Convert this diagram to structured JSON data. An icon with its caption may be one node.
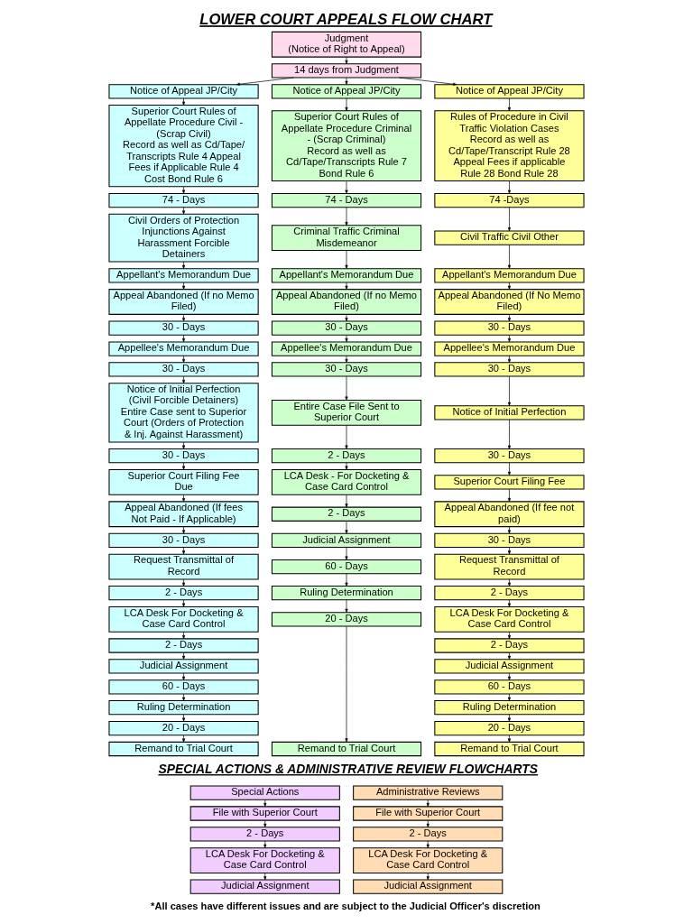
{
  "diagram": {
    "title": "LOWER COURT APPEALS FLOW CHART",
    "nodes": [
      {
        "text": [
          "Judgment",
          "(Notice of Right to Appeal)"
        ]
      },
      {
        "text": [
          "14 days from Judgment"
        ]
      },
      {
        "text": [
          "Notice of Appeal JP/City"
        ]
      },
      {
        "text": [
          "Superior Court Rules of Appellate Procedure Civil - (Scrap Civil)",
          "Record as well as Cd/Tape/ Transcripts Rule 4 Appeal Fees if Applicable Rule 4 Cost Bond Rule 6"
        ]
      },
      {
        "text": [
          "74 - Days"
        ]
      },
      {
        "text": [
          "Civil Orders of Protection Injunctions Against Harassment Forcible Detainers"
        ]
      },
      {
        "text": [
          "Appellant's Memorandum Due"
        ]
      },
      {
        "text": [
          "Appeal Abandoned (If no Memo Filed)"
        ]
      },
      {
        "text": [
          "30 - Days"
        ]
      },
      {
        "text": [
          "Appellee's Memorandum Due"
        ]
      },
      {
        "text": [
          "30 - Days"
        ]
      },
      {
        "text": [
          "Notice of Initial Perfection (Civil Forcible Detainers)",
          "Entire Case sent to Superior Court (Orders of Protection & Inj. Against Harassment)"
        ]
      },
      {
        "text": [
          "30 - Days"
        ]
      },
      {
        "text": [
          "Superior Court Filing Fee Due"
        ]
      },
      {
        "text": [
          "Appeal Abandoned (If fees Not Paid - If Applicable)"
        ]
      },
      {
        "text": [
          "30 - Days"
        ]
      },
      {
        "text": [
          "Request Transmittal of Record"
        ]
      },
      {
        "text": [
          "2 - Days"
        ]
      },
      {
        "text": [
          "LCA Desk For Docketing & Case Card Control"
        ]
      },
      {
        "text": [
          "2 - Days"
        ]
      },
      {
        "text": [
          "Judicial Assignment"
        ]
      },
      {
        "text": [
          "60 - Days"
        ]
      },
      {
        "text": [
          "Ruling Determination"
        ]
      },
      {
        "text": [
          "20 - Days"
        ]
      },
      {
        "text": [
          "Remand to Trial Court"
        ]
      },
      {
        "text": [
          "Notice of Appeal JP/City"
        ]
      },
      {
        "text": [
          "Superior Court Rules of Appellate Procedure Criminal - (Scrap Criminal)",
          "Record as well as Cd/Tape/Transcripts Rule 7 Bond Rule 6"
        ]
      },
      {
        "text": [
          "74 - Days"
        ]
      },
      {
        "text": [
          "Criminal Traffic Criminal Misdemeanor"
        ]
      },
      {
        "text": [
          "Appellant's Memorandum Due"
        ]
      },
      {
        "text": [
          "Appeal Abandoned (If no Memo Filed)"
        ]
      },
      {
        "text": [
          "30 - Days"
        ]
      },
      {
        "text": [
          "Appellee's Memorandum Due"
        ]
      },
      {
        "text": [
          "30 - Days"
        ]
      },
      {
        "text": [
          "Entire Case File Sent to Superior Court"
        ]
      },
      {
        "text": [
          "2 - Days"
        ]
      },
      {
        "text": [
          "LCA Desk - For Docketing & Case Card Control"
        ]
      },
      {
        "text": [
          "2 - Days"
        ]
      },
      {
        "text": [
          "Judicial Assignment"
        ]
      },
      {
        "text": [
          "60 - Days"
        ]
      },
      {
        "text": [
          "Ruling Determination"
        ]
      },
      {
        "text": [
          "20 - Days"
        ]
      },
      {
        "text": [
          "Remand to Trial Court"
        ]
      },
      {
        "text": [
          "Notice of Appeal JP/City"
        ]
      },
      {
        "text": [
          "Rules of Procedure in Civil Traffic Violation Cases",
          "Record as well as Cd/Tape/Transcript Rule 28 Appeal Fees if applicable Rule 28 Bond Rule 28"
        ]
      },
      {
        "text": [
          "74 -Days"
        ]
      },
      {
        "text": [
          "Civil Traffic Civil Other"
        ]
      },
      {
        "text": [
          "Appellant's Memorandum Due"
        ]
      },
      {
        "text": [
          "Appeal Abandoned (If No Memo Filed)"
        ]
      },
      {
        "text": [
          "30 - Days"
        ]
      },
      {
        "text": [
          "Appellee's Memorandum Due"
        ]
      },
      {
        "text": [
          "30 - Days"
        ]
      },
      {
        "text": [
          "Notice of Initial Perfection"
        ]
      },
      {
        "text": [
          "30 - Days"
        ]
      },
      {
        "text": [
          "Superior Court Filing Fee"
        ]
      },
      {
        "text": [
          "Appeal Abandoned (If fee not paid)"
        ]
      },
      {
        "text": [
          "30 - Days"
        ]
      },
      {
        "text": [
          "Request Transmittal of Record"
        ]
      },
      {
        "text": [
          "2 - Days"
        ]
      },
      {
        "text": [
          "LCA Desk For Docketing & Case Card Control"
        ]
      },
      {
        "text": [
          "2 - Days"
        ]
      },
      {
        "text": [
          "Judicial Assignment"
        ]
      },
      {
        "text": [
          "60 - Days"
        ]
      },
      {
        "text": [
          "Ruling Determination"
        ]
      },
      {
        "text": [
          "20 - Days"
        ]
      },
      {
        "text": [
          "Remand to Trial Court"
        ]
      },
      {
        "text": [
          "Special Actions"
        ]
      },
      {
        "text": [
          "File with Superior Court"
        ]
      },
      {
        "text": [
          "2 - Days"
        ]
      },
      {
        "text": [
          "LCA Desk For Docketing & Case Card Control"
        ]
      },
      {
        "text": [
          "Judicial Assignment"
        ]
      },
      {
        "text": [
          "Administrative Reviews"
        ]
      },
      {
        "text": [
          "File with Superior Court"
        ]
      },
      {
        "text": [
          "2 - Days"
        ]
      },
      {
        "text": [
          "LCA Desk For Docketing & Case Card Control"
        ]
      },
      {
        "text": [
          "Judicial Assignment"
        ]
      }
    ],
    "edges": [
      {
        "from": 0,
        "to": 1,
        "arrow": "to"
      },
      {
        "from": 1,
        "to": 2,
        "arrow": "to"
      },
      {
        "from": 1,
        "to": 25,
        "arrow": "to"
      },
      {
        "from": 1,
        "to": 43,
        "arrow": "to"
      },
      {
        "from": 2,
        "to": 3,
        "arrow": "to"
      },
      {
        "from": 3,
        "to": 4,
        "arrow": "to"
      },
      {
        "from": 4,
        "to": 5,
        "arrow": "to"
      },
      {
        "from": 5,
        "to": 6,
        "arrow": "to"
      },
      {
        "from": 6,
        "to": 7,
        "arrow": "to"
      },
      {
        "from": 7,
        "to": 8,
        "arrow": "to"
      },
      {
        "from": 8,
        "to": 9,
        "arrow": "to"
      },
      {
        "from": 9,
        "to": 10,
        "arrow": "to"
      },
      {
        "from": 10,
        "to": 11,
        "arrow": "to"
      },
      {
        "from": 11,
        "to": 12,
        "arrow": "to"
      },
      {
        "from": 12,
        "to": 13,
        "arrow": "to"
      },
      {
        "from": 13,
        "to": 14,
        "arrow": "to"
      },
      {
        "from": 14,
        "to": 15,
        "arrow": "to"
      },
      {
        "from": 15,
        "to": 16,
        "arrow": "to"
      },
      {
        "from": 16,
        "to": 17,
        "arrow": "to"
      },
      {
        "from": 17,
        "to": 18,
        "arrow": "to"
      },
      {
        "from": 18,
        "to": 19,
        "arrow": "to"
      },
      {
        "from": 19,
        "to": 20,
        "arrow": "to"
      },
      {
        "from": 20,
        "to": 21,
        "arrow": "to"
      },
      {
        "from": 21,
        "to": 22,
        "arrow": "to"
      },
      {
        "from": 22,
        "to": 23,
        "arrow": "to"
      },
      {
        "from": 23,
        "to": 24,
        "arrow": "to"
      },
      {
        "from": 25,
        "to": 26,
        "arrow": "to"
      },
      {
        "from": 26,
        "to": 27,
        "arrow": "to"
      },
      {
        "from": 27,
        "to": 28,
        "arrow": "to"
      },
      {
        "from": 28,
        "to": 29,
        "arrow": "to"
      },
      {
        "from": 29,
        "to": 30,
        "arrow": "to"
      },
      {
        "from": 30,
        "to": 31,
        "arrow": "to"
      },
      {
        "from": 31,
        "to": 32,
        "arrow": "to"
      },
      {
        "from": 32,
        "to": 33,
        "arrow": "to"
      },
      {
        "from": 33,
        "to": 34,
        "arrow": "to"
      },
      {
        "from": 34,
        "to": 35,
        "arrow": "to"
      },
      {
        "from": 35,
        "to": 36,
        "arrow": "to"
      },
      {
        "from": 36,
        "to": 37,
        "arrow": "to"
      },
      {
        "from": 37,
        "to": 38,
        "arrow": "to"
      },
      {
        "from": 38,
        "to": 39,
        "arrow": "to"
      },
      {
        "from": 39,
        "to": 40,
        "arrow": "to"
      },
      {
        "from": 40,
        "to": 41,
        "arrow": "to"
      },
      {
        "from": 41,
        "to": 42,
        "arrow": "to"
      },
      {
        "from": 43,
        "to": 44,
        "arrow": "to"
      },
      {
        "from": 44,
        "to": 45,
        "arrow": "to"
      },
      {
        "from": 45,
        "to": 46,
        "arrow": "to"
      },
      {
        "from": 46,
        "to": 47,
        "arrow": "to"
      },
      {
        "from": 47,
        "to": 48,
        "arrow": "to"
      },
      {
        "from": 48,
        "to": 49,
        "arrow": "to"
      },
      {
        "from": 49,
        "to": 50,
        "arrow": "to"
      },
      {
        "from": 50,
        "to": 51,
        "arrow": "to"
      },
      {
        "from": 51,
        "to": 52,
        "arrow": "to"
      },
      {
        "from": 52,
        "to": 53,
        "arrow": "to"
      },
      {
        "from": 53,
        "to": 54,
        "arrow": "to"
      },
      {
        "from": 54,
        "to": 55,
        "arrow": "to"
      },
      {
        "from": 55,
        "to": 56,
        "arrow": "to"
      },
      {
        "from": 56,
        "to": 57,
        "arrow": "to"
      },
      {
        "from": 57,
        "to": 58,
        "arrow": "to"
      },
      {
        "from": 58,
        "to": 59,
        "arrow": "to"
      },
      {
        "from": 59,
        "to": 60,
        "arrow": "to"
      },
      {
        "from": 60,
        "to": 61,
        "arrow": "to"
      },
      {
        "from": 61,
        "to": 62,
        "arrow": "to"
      },
      {
        "from": 62,
        "to": 63,
        "arrow": "to"
      },
      {
        "from": 63,
        "to": 64,
        "arrow": "to"
      },
      {
        "from": 64,
        "to": 65,
        "arrow": "to"
      },
      {
        "from": 66,
        "to": 67,
        "arrow": "to"
      },
      {
        "from": 67,
        "to": 68,
        "arrow": "to"
      },
      {
        "from": 68,
        "to": 69,
        "arrow": "to"
      },
      {
        "from": 69,
        "to": 70,
        "arrow": "to"
      },
      {
        "from": 71,
        "to": 72,
        "arrow": "to"
      },
      {
        "from": 72,
        "to": 73,
        "arrow": "to"
      },
      {
        "from": 73,
        "to": 74,
        "arrow": "to"
      },
      {
        "from": 74,
        "to": 75,
        "arrow": "to"
      }
    ],
    "labels": [
      "SPECIAL ACTIONS & ADMINISTRATIVE REVIEW FLOWCHARTS",
      "*All cases have different issues and are subject to the Judicial Officer's discretion"
    ]
  }
}
